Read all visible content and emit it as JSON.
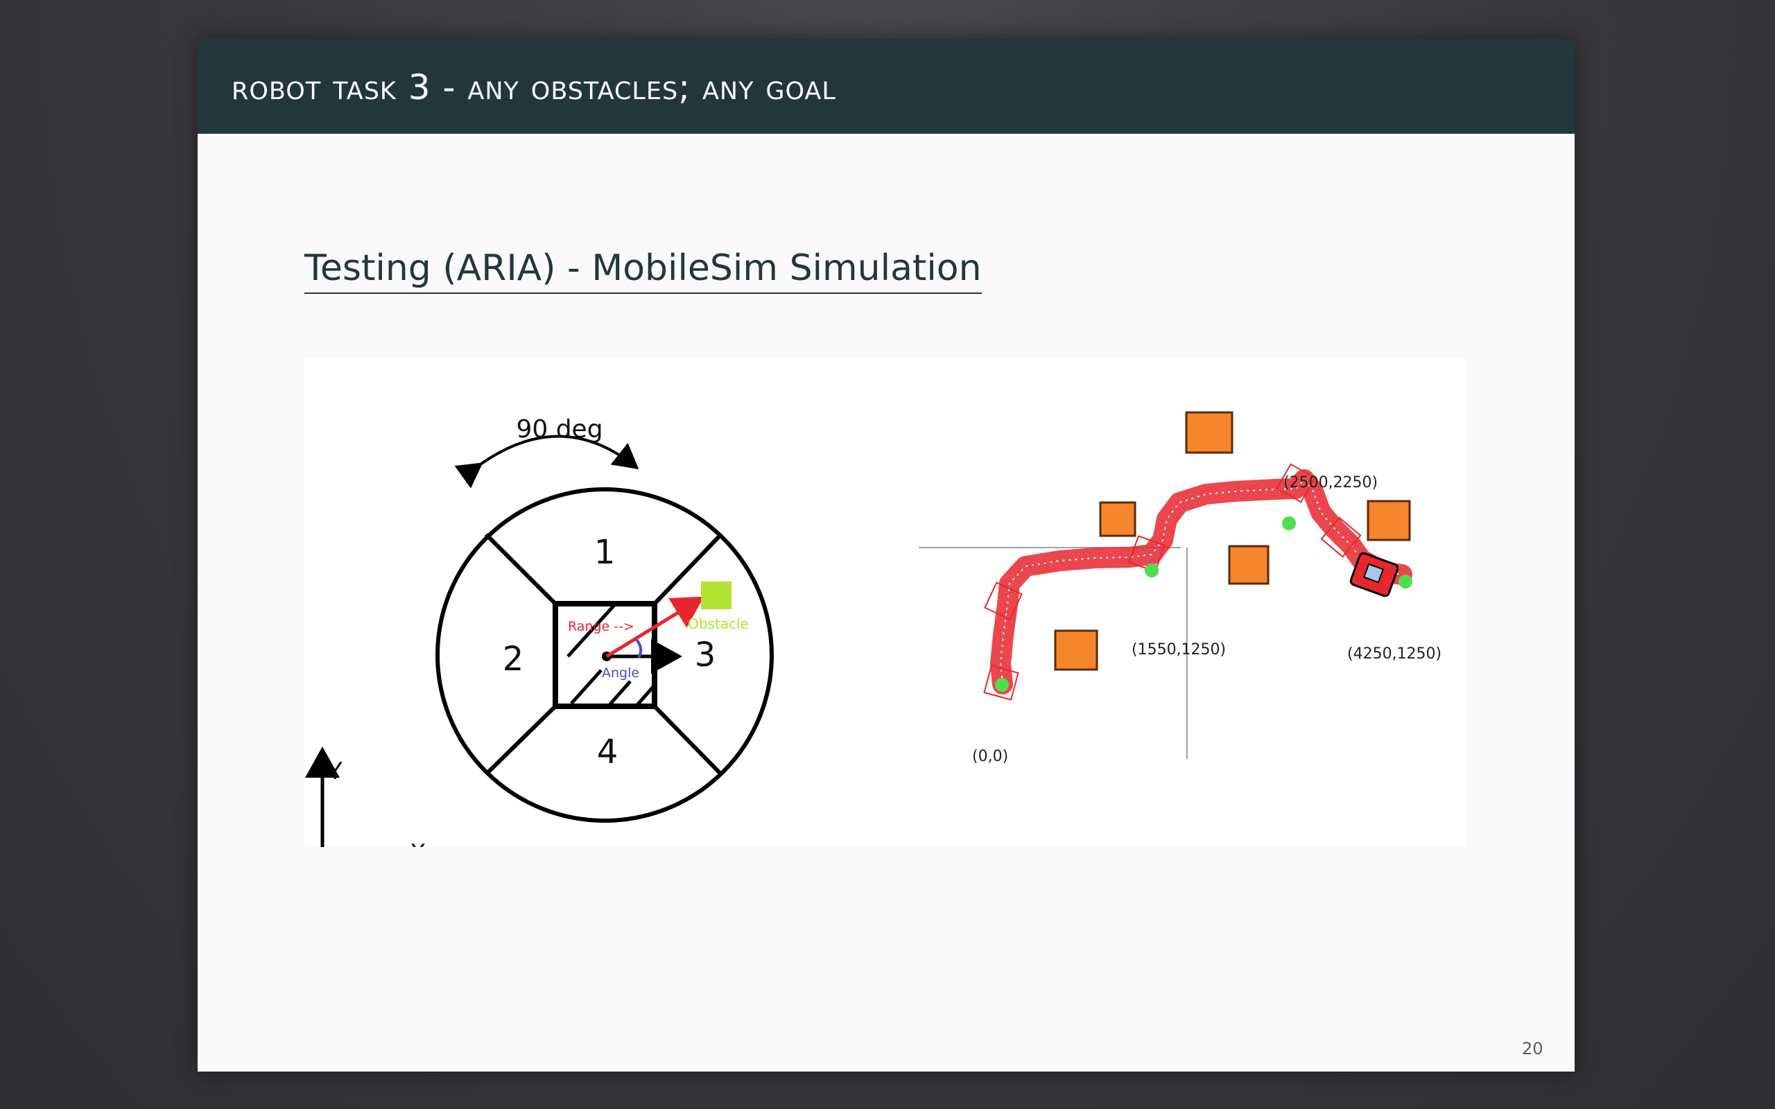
{
  "slide": {
    "title": "Robot Task 3 - Any Obstacles; Any Goal",
    "subtitle": "Testing (ARIA) - MobileSim Simulation",
    "page_number": "20"
  },
  "sensor_diagram": {
    "arc_label": "90 deg",
    "zone_1": "1",
    "zone_2": "2",
    "zone_3": "3",
    "zone_4": "4",
    "range_label": "Range -->",
    "angle_label": "Angle",
    "obstacle_label": "Obstacle",
    "axis_y": "Y",
    "axis_x": "X",
    "colors": {
      "range_arrow": "#e8262e",
      "angle_mark": "#4a4ad0",
      "obstacle": "#b2e233"
    }
  },
  "simulation": {
    "start_label": "(0,0)",
    "waypoint_1_label": "(1550,1250)",
    "waypoint_2_label": "(2500,2250)",
    "goal_label": "(4250,1250)",
    "colors": {
      "path": "#e8262e",
      "waypoint": "#4ce04c",
      "obstacle": "#f5862b"
    }
  }
}
